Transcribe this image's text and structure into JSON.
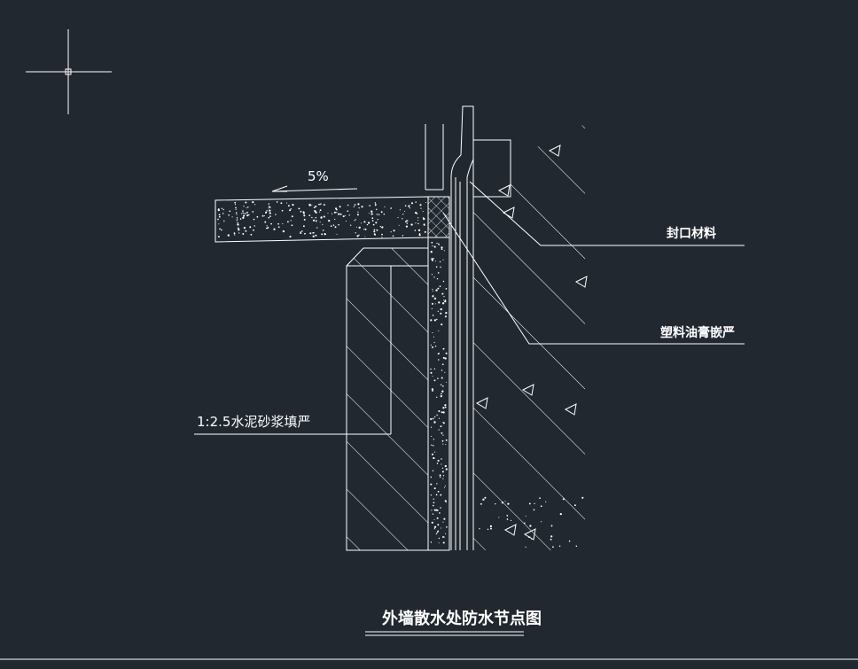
{
  "colors": {
    "background": "#212830",
    "linework": "#ffffff"
  },
  "drawing": {
    "slope_label": "5%",
    "labels": {
      "seal": "封口材料",
      "membrane": "塑料油膏嵌严",
      "mortar": "1:2.5水泥砂浆填严"
    },
    "title": "外墙散水处防水节点图"
  },
  "icons": {
    "cursor": "crosshair-cursor-icon"
  }
}
